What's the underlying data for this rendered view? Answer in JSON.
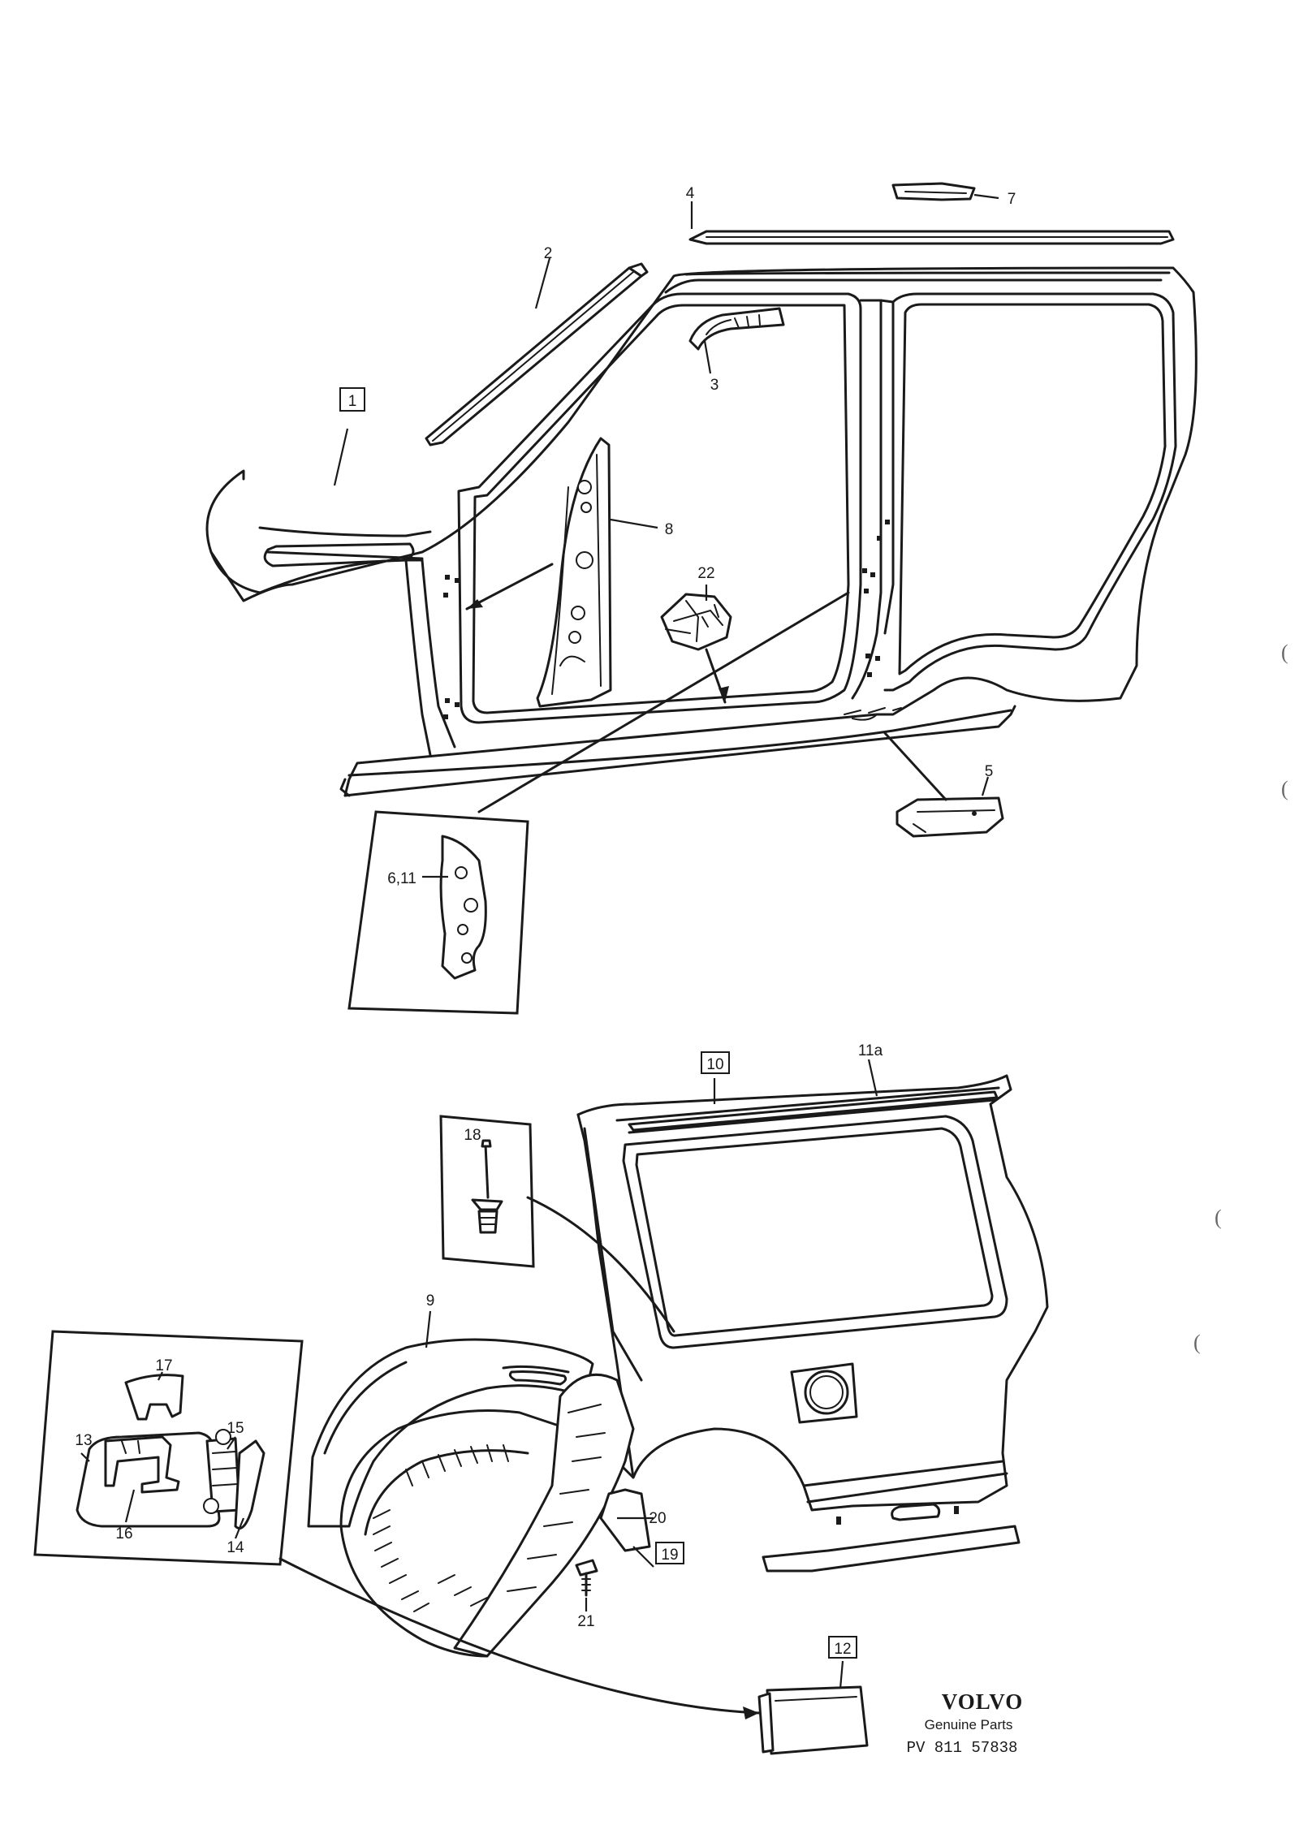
{
  "labels": {
    "l1": "1",
    "l2": "2",
    "l3": "3",
    "l4": "4",
    "l5": "5",
    "l611": "6,11",
    "l7": "7",
    "l8": "8",
    "l9": "9",
    "l10": "10",
    "l11a": "11a",
    "l12": "12",
    "l13": "13",
    "l14": "14",
    "l15": "15",
    "l16": "16",
    "l17": "17",
    "l18": "18",
    "l19": "19",
    "l20": "20",
    "l21": "21",
    "l22": "22"
  },
  "branding": {
    "logo": "VOLVO",
    "subtitle": "Genuine Parts",
    "code": "PV  811  57838"
  },
  "margin_marks": [
    "(",
    "(",
    "(",
    "("
  ]
}
